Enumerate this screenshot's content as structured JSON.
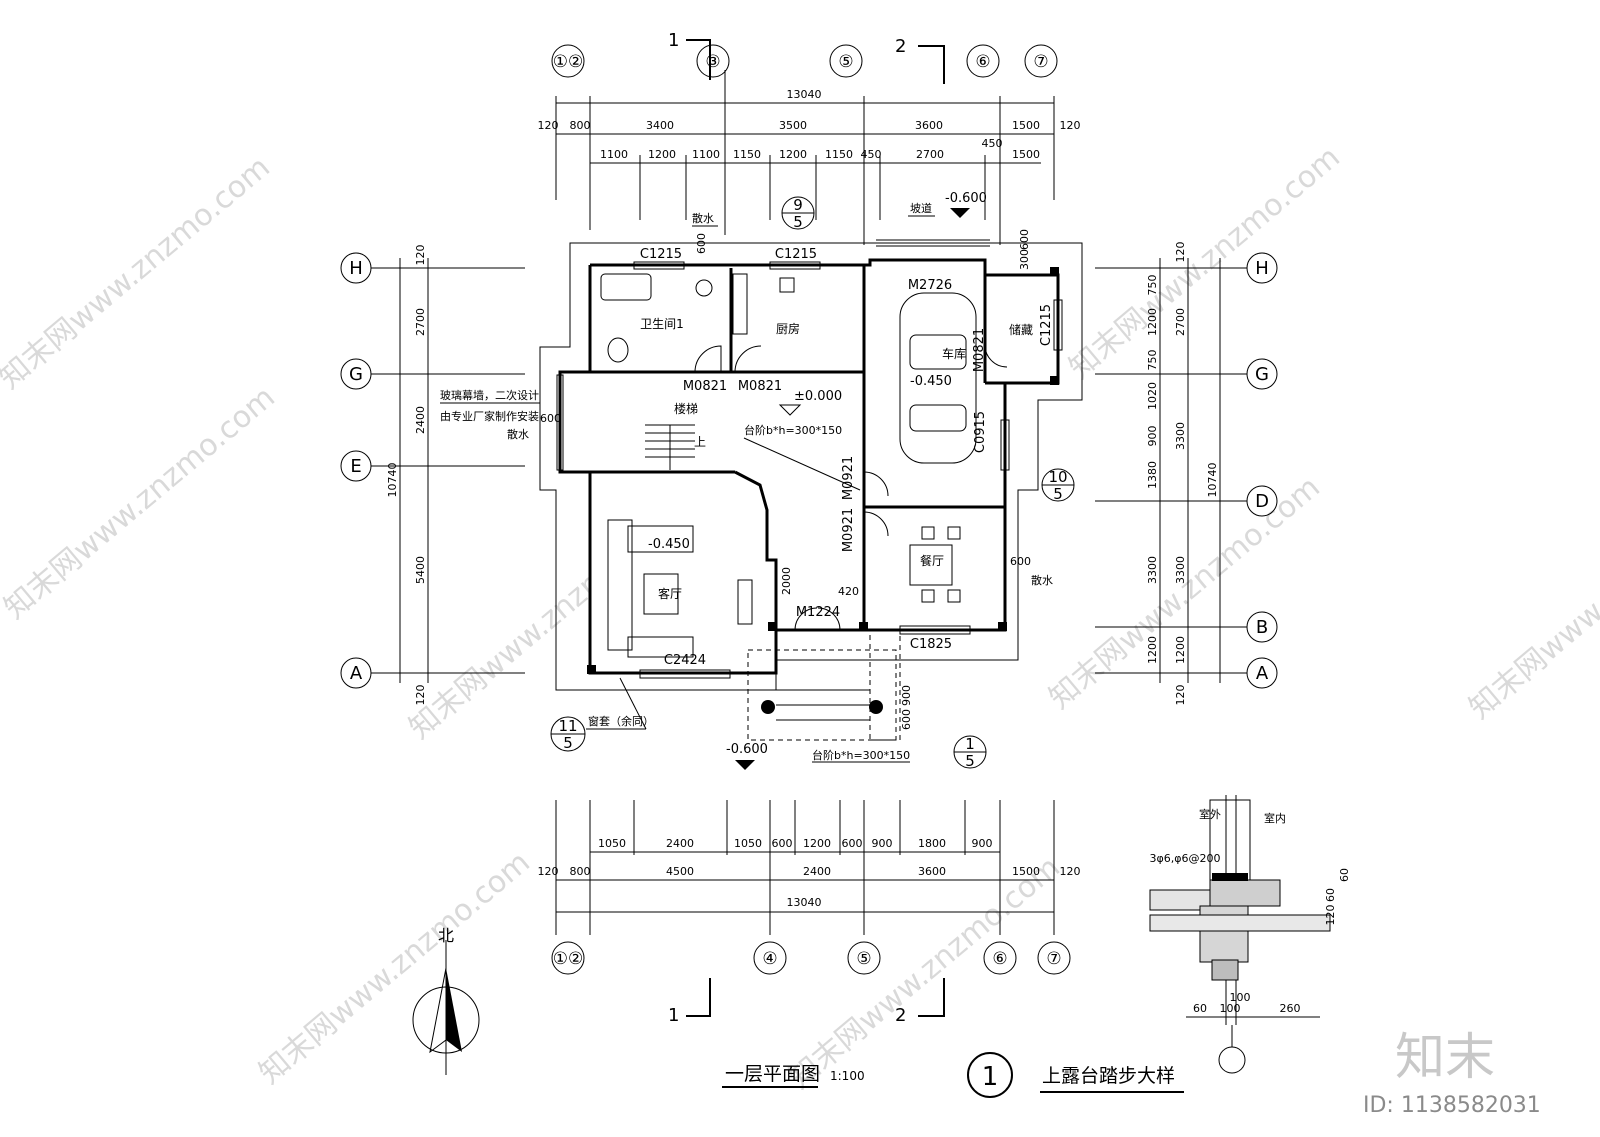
{
  "drawing": {
    "title": "一层平面图",
    "scale": "1:100",
    "detail_number": "1",
    "detail_title": "上露台踏步大样",
    "north": "北"
  },
  "axes": {
    "top": [
      "①②",
      "③",
      "⑤",
      "⑥",
      "⑦"
    ],
    "bottom": [
      "①②",
      "④",
      "⑤",
      "⑥",
      "⑦"
    ],
    "left": [
      "H",
      "G",
      "E",
      "A"
    ],
    "right": [
      "H",
      "G",
      "D",
      "B",
      "A"
    ]
  },
  "dims": {
    "top_total": "13040",
    "top_row1": [
      "120",
      "800",
      "3400",
      "3500",
      "3600",
      "1500",
      "120"
    ],
    "top_row2": [
      "1100",
      "1200",
      "1100",
      "1150",
      "1200",
      "1150",
      "450",
      "2700",
      "450",
      "1500"
    ],
    "bottom_row1": [
      "1050",
      "2400",
      "1050",
      "600",
      "1200",
      "600",
      "900",
      "1800",
      "900"
    ],
    "bottom_row2": [
      "120",
      "800",
      "4500",
      "2400",
      "3600",
      "1500",
      "120"
    ],
    "bottom_total": "13040",
    "left": [
      "120",
      "2700",
      "2400",
      "10740",
      "5400",
      "120"
    ],
    "right_outer": [
      "120",
      "750",
      "1200",
      "750",
      "1020",
      "900",
      "1380",
      "3300",
      "1200",
      "120"
    ],
    "right_inner": [
      "2700",
      "3300",
      "3300",
      "10740",
      "1200"
    ]
  },
  "rooms": {
    "bath": "卫生间1",
    "kitchen": "厨房",
    "garage": "车库",
    "storage": "储藏",
    "stair": "楼梯",
    "living": "客厅",
    "dining": "餐厅"
  },
  "labels": {
    "c1215_a": "C1215",
    "c1215_b": "C1215",
    "c1215_c": "C1215",
    "m2726": "M2726",
    "m0821_a": "M0821",
    "m0821_b": "M0821",
    "m0821_c": "M0821",
    "m0921_a": "M0921",
    "m0921_b": "M0921",
    "c0915": "C0915",
    "m1224": "M1224",
    "c1825": "C1825",
    "c2424": "C2424",
    "elev_zero": "±0.000",
    "elev_garage": "-0.450",
    "elev_living": "-0.450",
    "elev_top": "-0.600",
    "elev_bottom": "-0.600",
    "step_a": "台阶b*h=300*150",
    "step_b": "台阶b*h=300*150",
    "sanshui_a": "散水",
    "sanshui_b": "散水",
    "sanshui_c": "散水",
    "podao": "坡道",
    "glass_1": "玻璃幕墙，二次设计",
    "glass_2": "由专业厂家制作安装",
    "window_trim": "窗套（余同）",
    "up": "上",
    "d600_a": "600",
    "d600_b": "600",
    "d600_c": "600",
    "d420": "420",
    "d2000": "2000",
    "d900": "900",
    "d600_steps": "600",
    "d300": "300",
    "d600_top": "600",
    "ref11": "11",
    "ref5": "5",
    "ref9": "9",
    "ref5b": "5",
    "ref10": "10",
    "ref5c": "5",
    "ref1": "1",
    "ref5d": "5",
    "sec1_top": "1",
    "sec2_top": "2",
    "sec1_bot": "1",
    "sec2_bot": "2"
  },
  "detail": {
    "outside": "室外",
    "inside": "室内",
    "rebar": "3φ6,φ6@200",
    "d60a": "60",
    "d60b": "60",
    "d120": "120",
    "d100a": "100",
    "d60c": "60",
    "d100b": "100",
    "d260": "260"
  },
  "brand": {
    "logo": "知末",
    "id": "ID: 1138582031",
    "watermark": "知末网www.znzmo.com"
  }
}
